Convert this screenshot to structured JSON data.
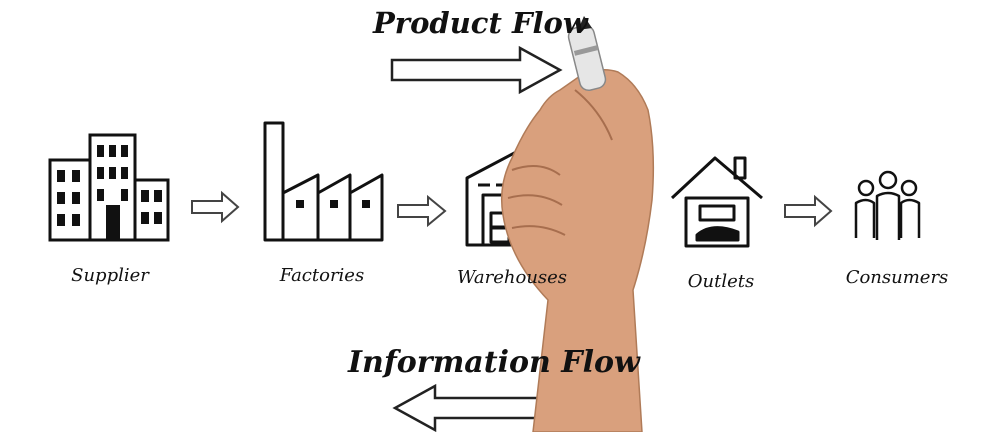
{
  "product_flow_title": "Product Flow",
  "information_flow_title": "Information Flow",
  "nodes": [
    {
      "label": "Supplier",
      "icon": "office-buildings-icon"
    },
    {
      "label": "Factories",
      "icon": "factory-icon"
    },
    {
      "label": "Warehouses",
      "icon": "warehouse-icon"
    },
    {
      "label": "Outlets",
      "icon": "outlet-shop-icon"
    },
    {
      "label": "Consumers",
      "icon": "people-group-icon"
    }
  ],
  "colors": {
    "ink": "#111111",
    "skin": "#d9a07d",
    "marker": "#e6e6e6"
  }
}
